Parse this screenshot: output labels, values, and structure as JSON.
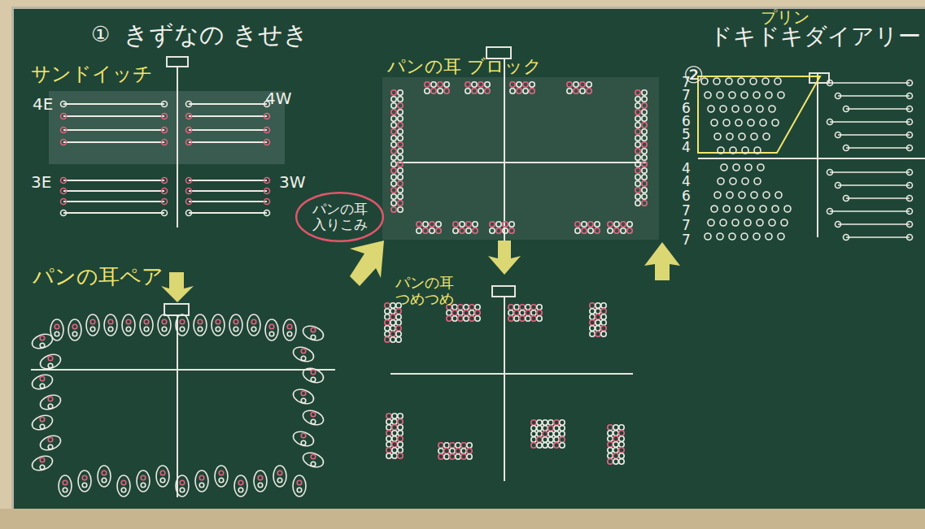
{
  "diagram": {
    "nodes": [
      {
        "text": [
          "パンの耳 入りこみ"
        ]
      }
    ],
    "labels": [
      "①",
      "きずなの きせき",
      "サンドイッチ",
      "4E",
      "4W",
      "3E",
      "3W",
      "パンの耳 ブロック",
      "パンの耳ペア",
      "パンの耳 つめつめ",
      "②",
      "プリン",
      "ドキドキダイアリー",
      "7",
      "7",
      "6",
      "6",
      "5",
      "4",
      "4",
      "4",
      "6",
      "7",
      "7",
      "7"
    ]
  }
}
